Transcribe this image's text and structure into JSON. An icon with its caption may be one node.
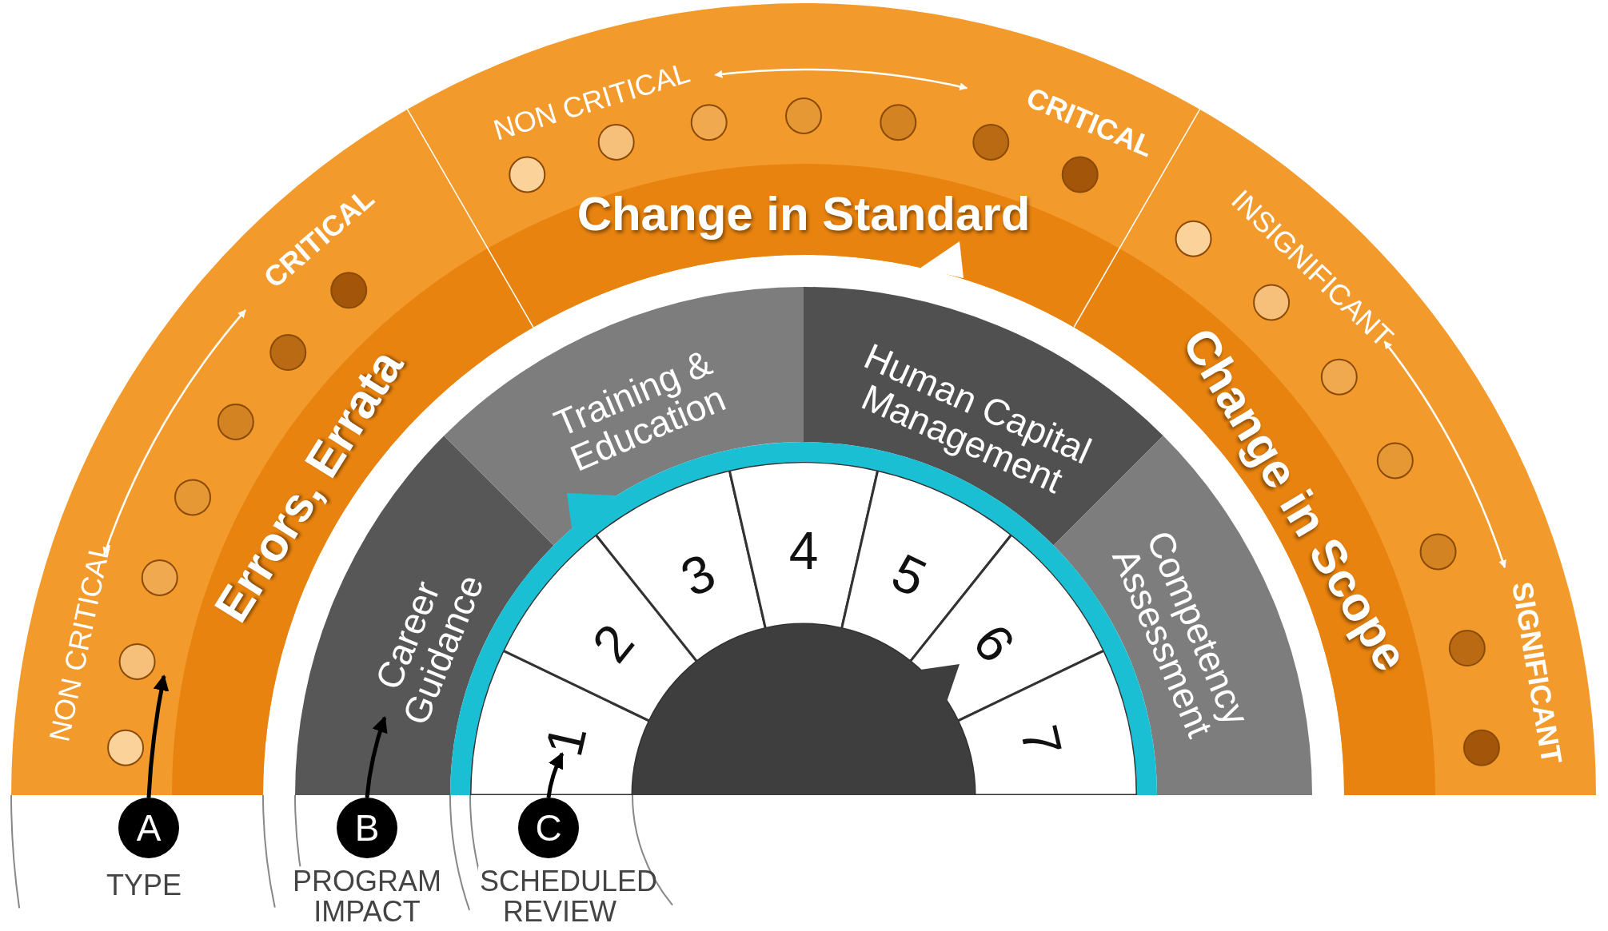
{
  "diagram": {
    "nodes": [
      {
        "text": [
          "Errors, Errata",
          "NON CRITICAL",
          "CRITICAL"
        ]
      },
      {
        "text": [
          "Change in Standard",
          "NON CRITICAL",
          "CRITICAL"
        ]
      },
      {
        "text": [
          "Change in Scope",
          "INSIGNIFICANT",
          "SIGNIFICANT"
        ]
      },
      {
        "text": [
          "Career Guidance"
        ]
      },
      {
        "text": [
          "Training & Education"
        ]
      },
      {
        "text": [
          "Human Capital Management"
        ]
      },
      {
        "text": [
          "Competency Assessment"
        ]
      },
      {
        "text": [
          "1"
        ]
      },
      {
        "text": [
          "2"
        ]
      },
      {
        "text": [
          "3"
        ]
      },
      {
        "text": [
          "4"
        ]
      },
      {
        "text": [
          "5"
        ]
      },
      {
        "text": [
          "6"
        ]
      },
      {
        "text": [
          "7"
        ]
      },
      {
        "text": [
          "A"
        ],
        "beside": [
          "TYPE"
        ]
      },
      {
        "text": [
          "B"
        ],
        "beside": [
          "PROGRAM IMPACT"
        ]
      },
      {
        "text": [
          "C"
        ],
        "beside": [
          "SCHEDULED REVIEW"
        ]
      }
    ],
    "edges": [
      {
        "from": 14,
        "to": 0,
        "arrow": "to"
      },
      {
        "from": 15,
        "to": 3,
        "arrow": "to"
      },
      {
        "from": 16,
        "to": 7,
        "arrow": "to"
      }
    ]
  }
}
